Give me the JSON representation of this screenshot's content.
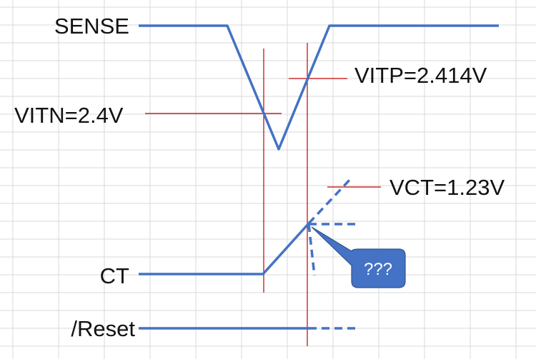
{
  "labels": {
    "sense": "SENSE",
    "vitp": "VITP=2.414V",
    "vitn": "VITN=2.4V",
    "vct": "VCT=1.23V",
    "ct": "CT",
    "reset": "/Reset"
  },
  "callout": {
    "text": "???"
  },
  "colors": {
    "waveform": "#4472C4",
    "marker": "#C00000",
    "grid": "#D9D9D9",
    "callout_fill": "#4472C4",
    "callout_border": "#2F528F",
    "label_text": "#111111"
  }
}
